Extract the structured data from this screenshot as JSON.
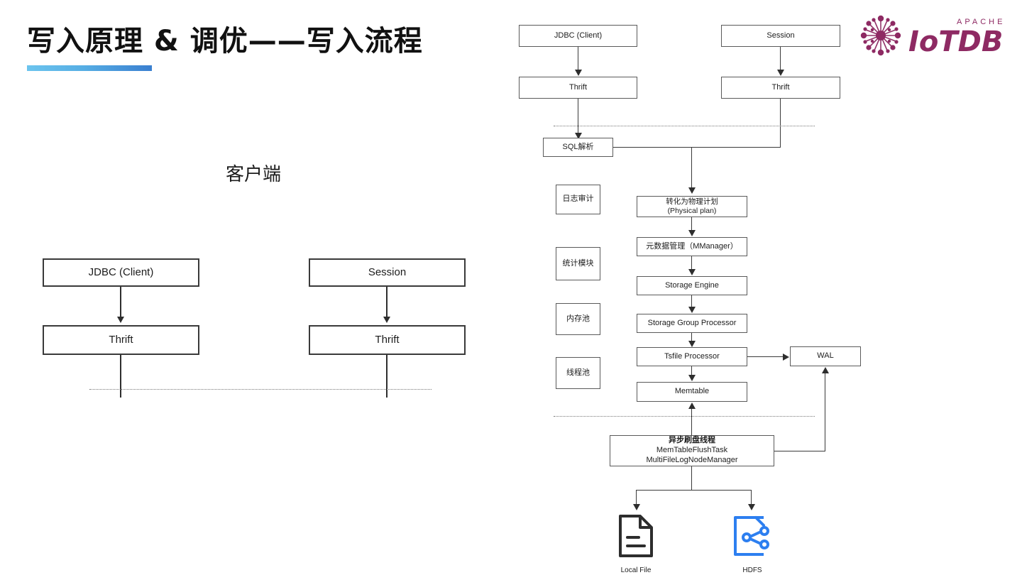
{
  "slide": {
    "title": "写入原理 & 调优——写入流程",
    "accent_color": "#3a7fd0",
    "accent_color_light": "#6cc4ee"
  },
  "logo": {
    "brand": "IoTDB",
    "super": "APACHE",
    "color": "#8e2a63",
    "icon": "iotdb-starburst-icon"
  },
  "left_panel": {
    "section_label": "客户端",
    "boxes": [
      {
        "id": "jdbc",
        "label": "JDBC (Client)"
      },
      {
        "id": "session",
        "label": "Session"
      },
      {
        "id": "thrift_left",
        "label": "Thrift"
      },
      {
        "id": "thrift_right",
        "label": "Thrift"
      }
    ]
  },
  "right_panel": {
    "client_boxes": [
      {
        "id": "jdbc",
        "label": "JDBC (Client)"
      },
      {
        "id": "session",
        "label": "Session"
      },
      {
        "id": "thrift_left",
        "label": "Thrift"
      },
      {
        "id": "thrift_right",
        "label": "Thrift"
      }
    ],
    "sql_parse": "SQL解析",
    "side_modules": [
      {
        "id": "audit",
        "label": "日志审计"
      },
      {
        "id": "stats",
        "label": "统计模块"
      },
      {
        "id": "mempool",
        "label": "内存池"
      },
      {
        "id": "threadpool",
        "label": "线程池"
      }
    ],
    "pipeline": [
      {
        "id": "physical-plan",
        "line1": "转化为物理计划",
        "line2": "(Physical plan)"
      },
      {
        "id": "mmanager",
        "line1": "元数据管理（MManager）"
      },
      {
        "id": "storage-engine",
        "line1": "Storage Engine"
      },
      {
        "id": "storage-group-processor",
        "line1": "Storage Group Processor"
      },
      {
        "id": "tsfile-processor",
        "line1": "Tsfile Processor"
      },
      {
        "id": "memtable",
        "line1": "Memtable"
      }
    ],
    "wal": "WAL",
    "flush_thread": {
      "line1": "异步刷盘线程",
      "line2": "MemTableFlushTask",
      "line3": "MultiFileLogNodeManager"
    },
    "storage_targets": [
      {
        "id": "local-file",
        "label": "Local File",
        "color": "#2d2d2d"
      },
      {
        "id": "hdfs",
        "label": "HDFS",
        "color": "#2d7ff0"
      }
    ]
  }
}
